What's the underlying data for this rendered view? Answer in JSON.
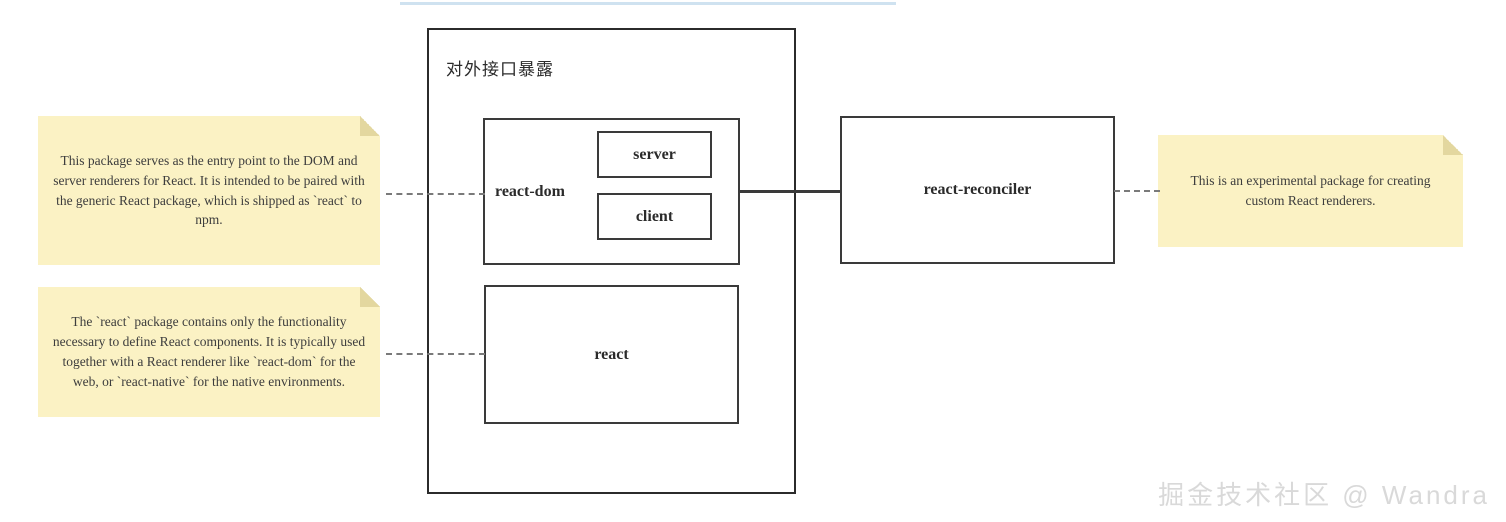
{
  "diagram": {
    "title_bar_color": "#cfe2f0",
    "container": {
      "label": "对外接口暴露"
    },
    "nodes": {
      "react_dom": {
        "label": "react-dom"
      },
      "server": {
        "label": "server"
      },
      "client": {
        "label": "client"
      },
      "react": {
        "label": "react"
      },
      "react_reconciler": {
        "label": "react-reconciler"
      }
    },
    "notes": {
      "react_dom_note": {
        "text": "This package serves as the entry point to the DOM and server renderers for React. It is intended to be paired with the generic React package, which is shipped as `react` to npm.",
        "color": "#fbf2c4"
      },
      "react_note": {
        "text": "The `react` package contains only the functionality necessary to define React components. It is typically used together with a React renderer like `react-dom` for the web, or `react-native` for the native environments.",
        "color": "#fbf2c4"
      },
      "reconciler_note": {
        "text": "This is an experimental package for creating custom React renderers.",
        "color": "#fbf2c4"
      }
    },
    "connectors": {
      "dom_to_reconciler": "solid",
      "note_to_dom": "dotted",
      "note_to_react": "dotted",
      "reconciler_to_note": "dotted"
    },
    "watermark": "掘金技术社区 @ Wandra"
  }
}
